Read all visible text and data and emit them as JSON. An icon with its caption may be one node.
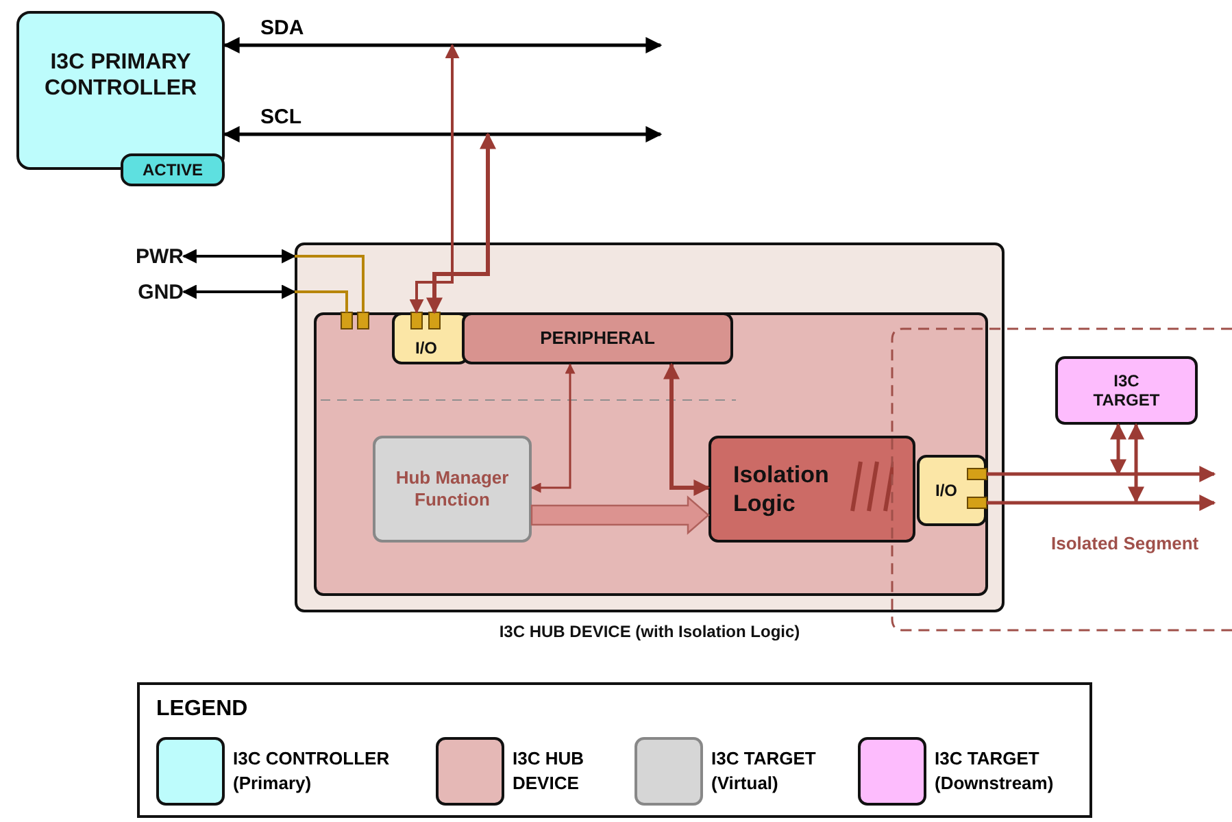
{
  "diagram": {
    "nodes": [
      {
        "text": [
          "I3C PRIMARY CONTROLLER"
        ]
      },
      {
        "text": [
          "ACTIVE"
        ]
      },
      {
        "text": [
          "PWR"
        ]
      },
      {
        "text": [
          "GND"
        ]
      },
      {
        "text": [
          "I3C HUB DEVICE (with Isolation Logic)"
        ]
      },
      {
        "text": [],
        "shape": "box",
        "in": 4
      },
      {
        "text": [
          "I/O"
        ],
        "in": 5
      },
      {
        "text": [
          "PERIPHERAL"
        ],
        "in": 5
      },
      {
        "text": [
          "Hub Manager Function"
        ],
        "in": 5
      },
      {
        "text": [
          "Isolation Logic"
        ],
        "in": 5
      },
      {
        "text": [
          "I/O"
        ],
        "in": 5
      },
      {
        "text": [
          "I3C TARGET"
        ]
      }
    ],
    "edges": [
      {
        "from": 0,
        "to": null,
        "arrow": "both",
        "label": "SDA",
        "color": "#000000"
      },
      {
        "from": 0,
        "to": null,
        "arrow": "both",
        "label": "SCL",
        "color": "#000000"
      },
      {
        "from": 6,
        "to": null,
        "arrow": "both",
        "color": "#9b3b34"
      },
      {
        "from": 6,
        "to": null,
        "arrow": "both",
        "color": "#9b3b34"
      },
      {
        "from": 2,
        "to": 4,
        "arrow": "both",
        "color": "#000000"
      },
      {
        "from": 3,
        "to": 4,
        "arrow": "both",
        "color": "#000000"
      },
      {
        "from": 8,
        "to": 7,
        "arrow": "both",
        "color": "#9b3b34"
      },
      {
        "from": 7,
        "to": 9,
        "arrow": "both",
        "color": "#9b3b34"
      },
      {
        "from": 8,
        "to": 9,
        "arrow": "to",
        "style": "thick",
        "color": "#dc9390"
      },
      {
        "from": 10,
        "to": null,
        "arrow": "to",
        "color": "#9b3b34"
      },
      {
        "from": 10,
        "to": null,
        "arrow": "to",
        "color": "#9b3b34"
      },
      {
        "from": 11,
        "to": null,
        "arrow": "both",
        "color": "#9b3b34"
      },
      {
        "from": 11,
        "to": null,
        "arrow": "both",
        "color": "#9b3b34"
      },
      {
        "from": 4,
        "to": 5,
        "arrow": "none",
        "color": "#b8860b"
      },
      {
        "from": 4,
        "to": 5,
        "arrow": "none",
        "color": "#b8860b"
      }
    ],
    "labels": [
      "Isolated Segment",
      "LEGEND"
    ],
    "legend": [
      {
        "text": "I3C CONTROLLER (Primary)",
        "color": "#bdfcfc"
      },
      {
        "text": "I3C HUB DEVICE",
        "color": "#e5b8b6"
      },
      {
        "text": "I3C TARGET (Virtual)",
        "color": "#d6d6d6"
      },
      {
        "text": "I3C TARGET (Downstream)",
        "color": "#fdbcfd"
      }
    ]
  }
}
